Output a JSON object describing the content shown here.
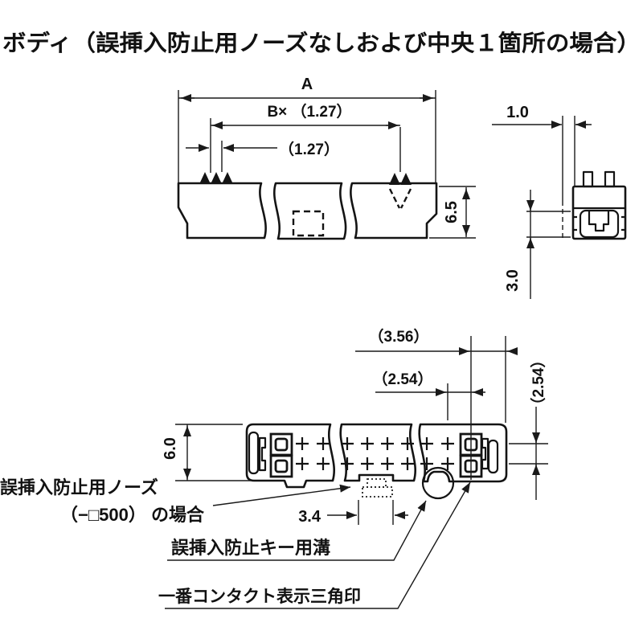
{
  "title": "ボディ（誤挿入防止用ノーズなしおよび中央１箇所の場合）",
  "front_view": {
    "dim_overall": "A",
    "dim_pitch_total": "B× （1.27）",
    "dim_pitch": "（1.27）",
    "dim_height": "6.5"
  },
  "side_view": {
    "dim_offset": "1.0",
    "dim_lower_height": "3.0"
  },
  "bottom_view": {
    "dim_end": "（3.56）",
    "dim_pitch": "（2.54）",
    "dim_row_pitch": "（2.54）",
    "dim_width": "6.0",
    "dim_groove_width": "3.4"
  },
  "callouts": {
    "nose_line1": "誤挿入防止用ノーズ",
    "nose_line2": "（−□500） の場合",
    "key_groove": "誤挿入防止キー用溝",
    "first_contact": "一番コンタクト表示三角印"
  },
  "colors": {
    "ink": "#141414",
    "paper": "#ffffff"
  }
}
